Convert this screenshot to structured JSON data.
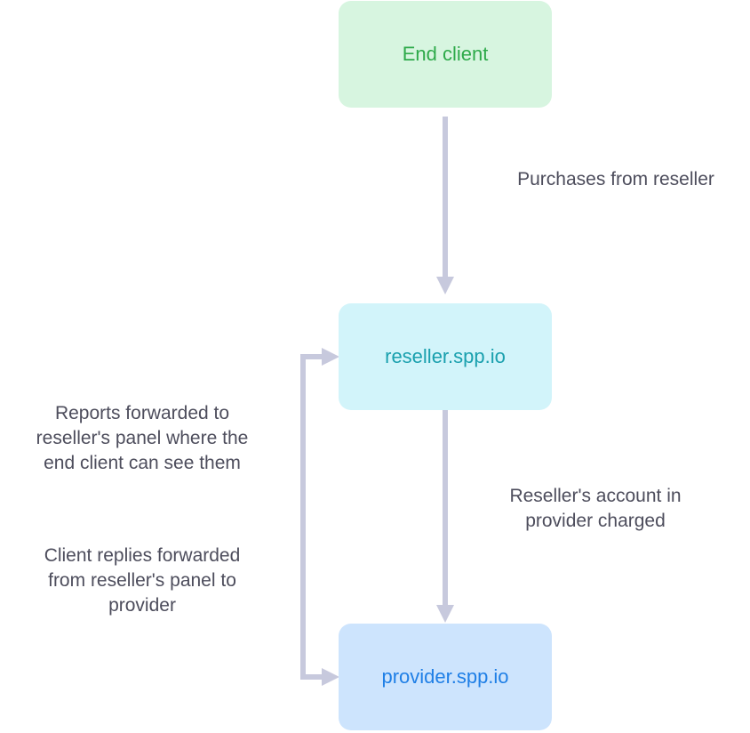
{
  "nodes": {
    "end_client": {
      "label": "End client",
      "fill": "#d7f5e0",
      "text_color": "#2eaa4a"
    },
    "reseller": {
      "label": "reseller.spp.io",
      "fill": "#d2f4fa",
      "text_color": "#1aa0ae"
    },
    "provider": {
      "label": "provider.spp.io",
      "fill": "#cde4fd",
      "text_color": "#1f7fe6"
    }
  },
  "edges": {
    "purchases": "Purchases from reseller",
    "charged": "Reseller's account in\nprovider charged",
    "reports": "Reports forwarded to\nreseller's panel where the\nend client can see them",
    "replies": "Client replies forwarded\nfrom reseller's panel to\nprovider"
  },
  "colors": {
    "connector": "#c7c9dd",
    "edge_text": "#4d4d5c"
  }
}
